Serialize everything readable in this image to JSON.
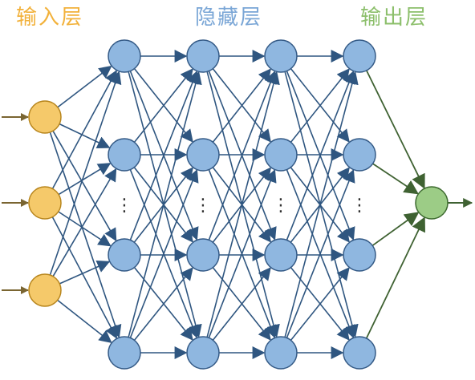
{
  "titles": {
    "input": "输入层",
    "hidden": "隐藏层",
    "output": "输出层"
  },
  "ellipsis": "⋮",
  "colors": {
    "input_text": "#f2b13a",
    "hidden_text": "#7aa6d6",
    "output_text": "#8cbf6b",
    "input_node_fill": "#f5c96a",
    "input_node_stroke": "#b8861e",
    "input_arrow": "#7a6531",
    "hidden_node_fill": "#8fb7e0",
    "hidden_node_stroke": "#345a86",
    "hidden_edge": "#2f5680",
    "output_node_fill": "#9ccc86",
    "output_node_stroke": "#3d6a2f",
    "output_edge": "#3f6232"
  },
  "network": {
    "input_nodes": 3,
    "hidden_layers": 4,
    "hidden_nodes_per_layer_shown": 4,
    "output_nodes": 1,
    "hidden_ellipsis": true
  }
}
